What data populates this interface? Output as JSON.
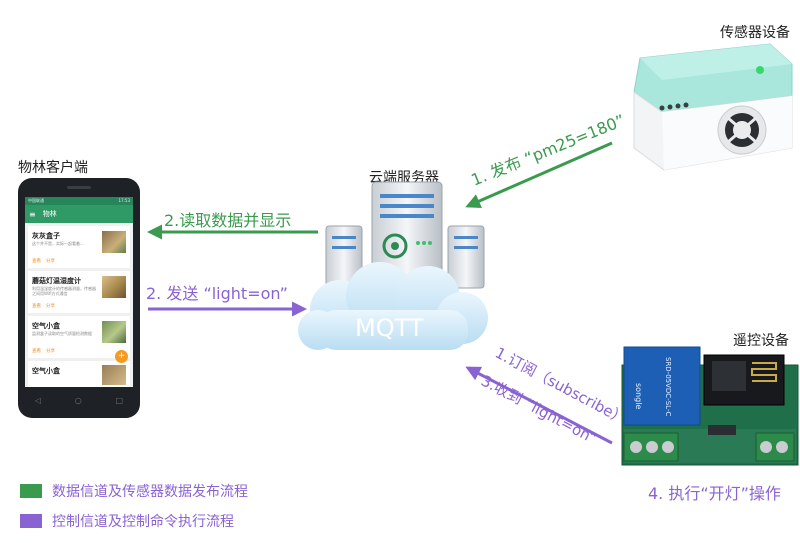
{
  "nodes": {
    "sensor_title": "传感器设备",
    "client_title": "物林客户端",
    "server_title": "云端服务器",
    "remote_title": "遥控设备",
    "cloud_label": "MQTT"
  },
  "phone": {
    "app_title": "物林",
    "status_left": "中国联通",
    "status_right": "17:53",
    "cards": [
      {
        "title": "灰灰盒子",
        "desc": "这个并不是，实际一起看着...",
        "a1": "查看",
        "a2": "分享"
      },
      {
        "title": "蘑菇灯温湿度计",
        "desc": "利用温湿度计的传感器测量，传感器之间用Wifi方式通信",
        "a1": "查看",
        "a2": "分享"
      },
      {
        "title": "空气小盒",
        "desc": "监测盒子读取的空气质量检测数据",
        "a1": "查看",
        "a2": "分享"
      },
      {
        "title": "空气小盒",
        "desc": "",
        "a1": "",
        "a2": ""
      }
    ]
  },
  "arrows": {
    "publish": "1. 发布 “pm25=180”",
    "read_display": "2.读取数据并显示",
    "send": "2. 发送 “light=on”",
    "subscribe": "1.订阅（subscribe）",
    "receive": "3.收到 “light=on”",
    "execute": "4. 执行“开灯”操作"
  },
  "relay": {
    "brand": "songle",
    "model": "SRD-05VDC-SL-C"
  },
  "legend": [
    {
      "text": "数据信道及传感器数据发布流程",
      "color": "#3a9b4f"
    },
    {
      "text": "控制信道及控制命令执行流程",
      "color": "#8a63d2"
    }
  ],
  "colors": {
    "green": "#3a9b4f",
    "purple": "#8a63d2",
    "sensor_body": "#a9e6dc",
    "cloud": "#cde8f7",
    "app_bar": "#2f9a66"
  }
}
